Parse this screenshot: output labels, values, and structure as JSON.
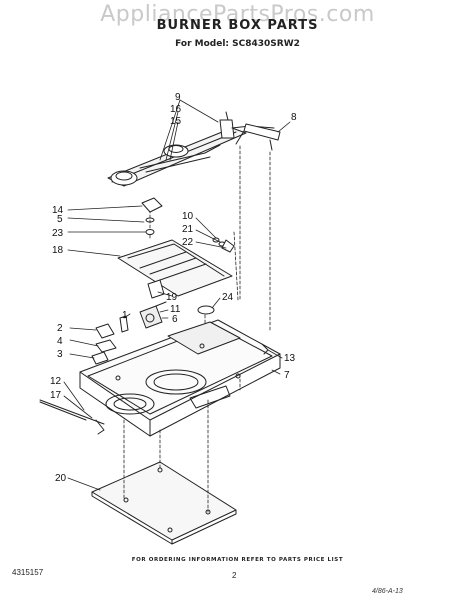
{
  "watermark": "AppliancePartsPros.com",
  "title": "BURNER BOX PARTS",
  "model": "For Model: SC8430SRW2",
  "footer_note": "FOR ORDERING INFORMATION REFER TO PARTS PRICE LIST",
  "part_number": "4315157",
  "page_number": "2",
  "code": "4/86-A-13",
  "callouts": {
    "c9": "9",
    "c16": "16",
    "c15": "15",
    "c8": "8",
    "c14": "14",
    "c5": "5",
    "c23": "23",
    "c18": "18",
    "c10": "10",
    "c21": "21",
    "c22": "22",
    "c19": "19",
    "c24": "24",
    "c11": "11",
    "c6": "6",
    "c1": "1",
    "c2": "2",
    "c4": "4",
    "c3": "3",
    "c13": "13",
    "c7": "7",
    "c12": "12",
    "c17": "17",
    "c20": "20"
  }
}
